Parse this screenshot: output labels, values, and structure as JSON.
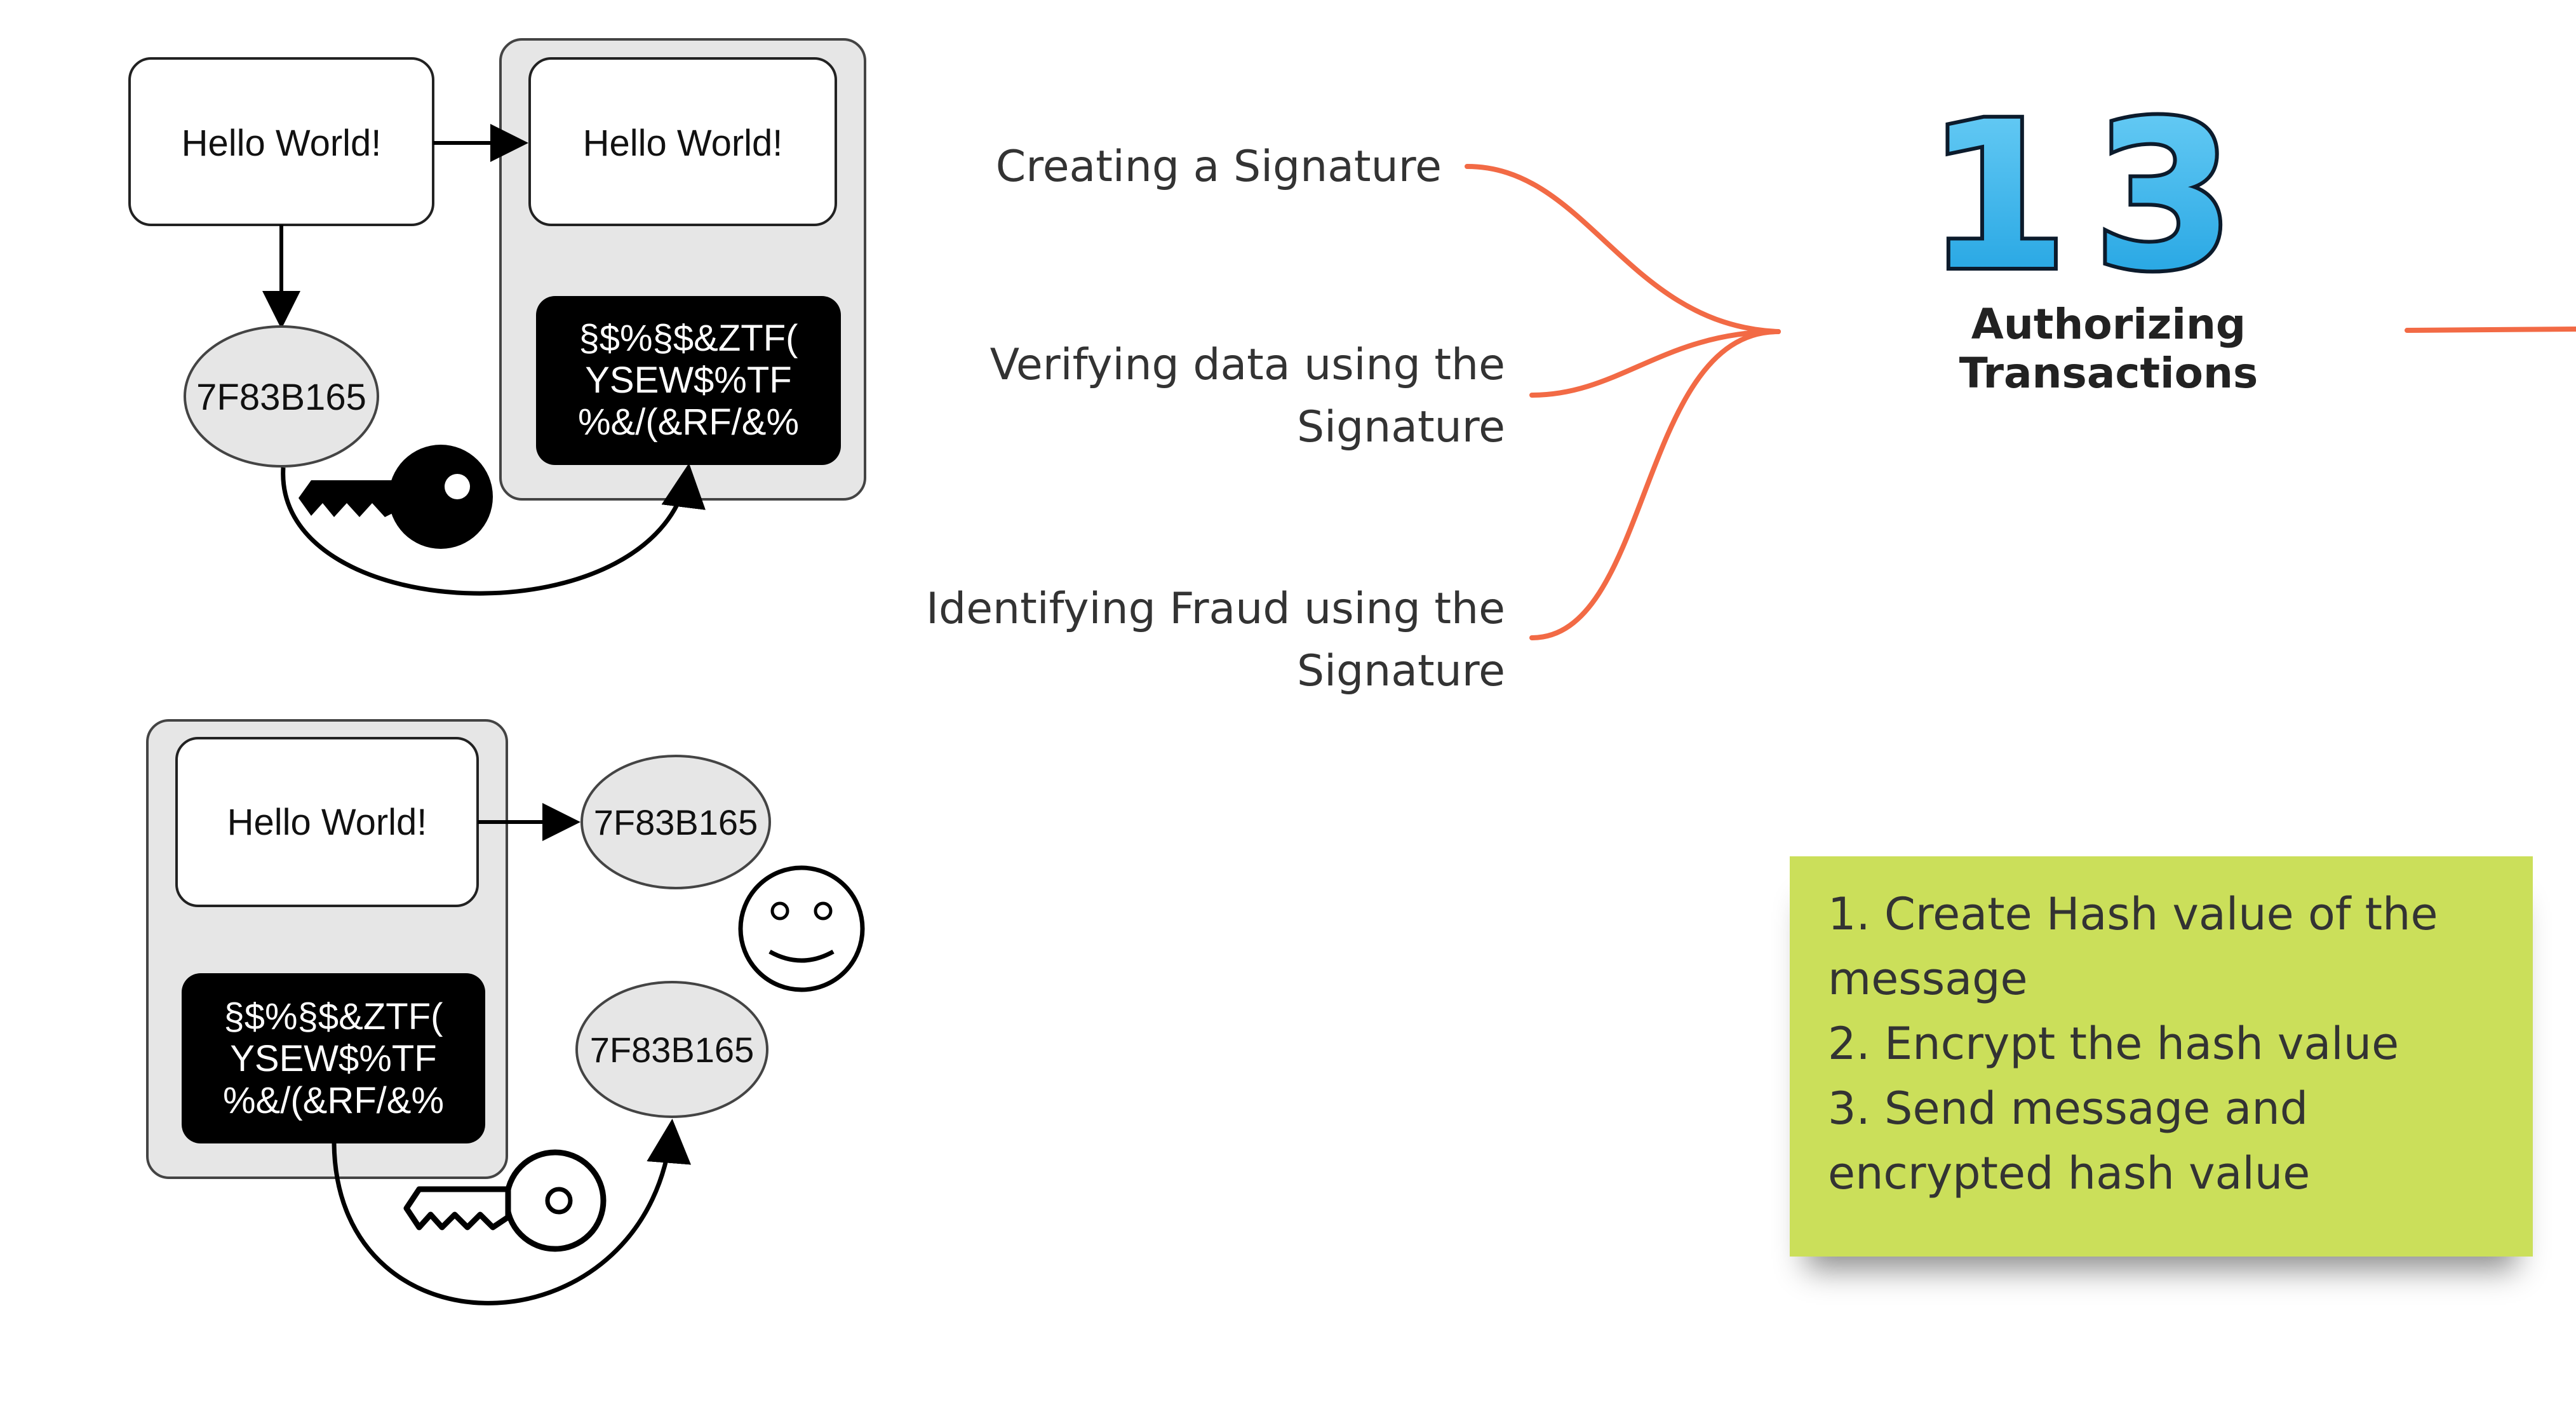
{
  "top_diagram": {
    "plain_message": "Hello World!",
    "signed_message": "Hello World!",
    "hash_value": "7F83B165",
    "encrypted_lines": [
      "§$%§$&ZTF(",
      "YSEW$%TF",
      "%&/(&RF/&%"
    ]
  },
  "bottom_diagram": {
    "message": "Hello World!",
    "hash_computed": "7F83B165",
    "hash_decrypted": "7F83B165",
    "encrypted_lines": [
      "§$%§$&ZTF(",
      "YSEW$%TF",
      "%&/(&RF/&%"
    ]
  },
  "mindmap": {
    "number": "13",
    "title": "Authorizing Transactions",
    "branches": [
      {
        "lines": [
          "Creating a Signature"
        ]
      },
      {
        "lines": [
          "Verifying data using the",
          "Signature"
        ]
      },
      {
        "lines": [
          "Identifying Fraud using the",
          "Signature"
        ]
      }
    ],
    "connector_color": "#f26a45"
  },
  "sticky_note": {
    "lines": [
      "1. Create Hash value of the",
      "message",
      "2. Encrypt the hash value",
      "3. Send message and",
      "encrypted hash value"
    ],
    "color": "#cbdf5a"
  }
}
